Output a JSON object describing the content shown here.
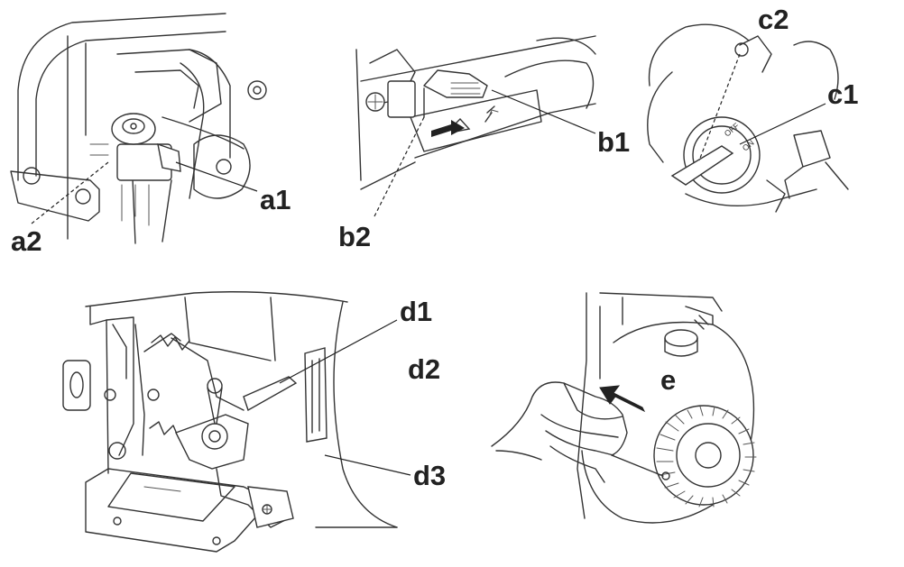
{
  "figure": {
    "panels": [
      {
        "id": "a",
        "callouts": [
          "a1",
          "a2"
        ],
        "leader_style": [
          "solid",
          "dashed"
        ]
      },
      {
        "id": "b",
        "callouts": [
          "b1",
          "b2"
        ],
        "leader_style": [
          "solid",
          "dashed"
        ]
      },
      {
        "id": "c",
        "callouts": [
          "c1",
          "c2"
        ],
        "leader_style": [
          "solid",
          "dashed"
        ],
        "switch_marks": [
          "OFF",
          "ON"
        ]
      },
      {
        "id": "d",
        "callouts": [
          "d1",
          "d2",
          "d3"
        ],
        "leader_style": [
          "solid",
          "none",
          "solid"
        ]
      },
      {
        "id": "e",
        "callouts": [
          "e"
        ]
      }
    ],
    "colors": {
      "line": "#333333",
      "label": "#222222",
      "background": "#ffffff"
    }
  }
}
